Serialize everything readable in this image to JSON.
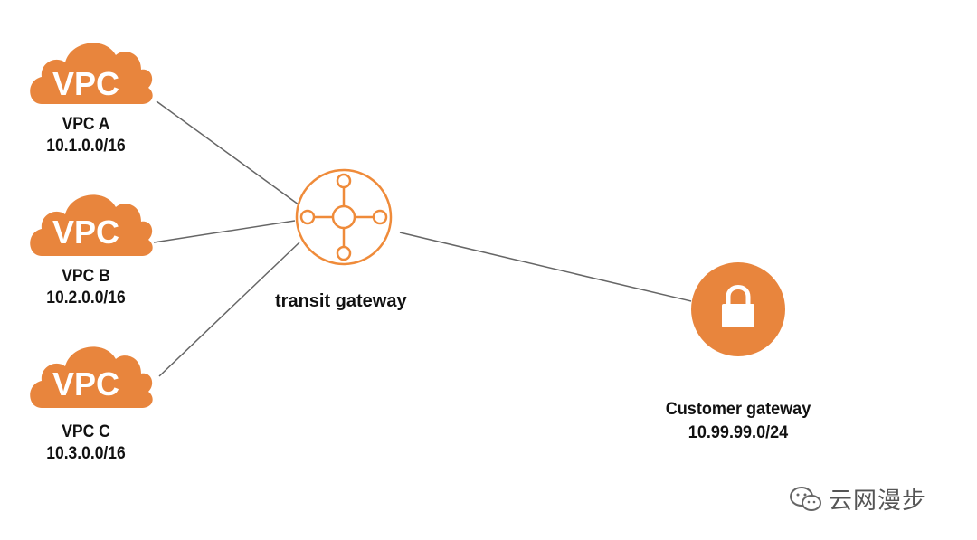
{
  "vpcs": [
    {
      "icon_text": "VPC",
      "name": "VPC A",
      "cidr": "10.1.0.0/16"
    },
    {
      "icon_text": "VPC",
      "name": "VPC B",
      "cidr": "10.2.0.0/16"
    },
    {
      "icon_text": "VPC",
      "name": "VPC C",
      "cidr": "10.3.0.0/16"
    }
  ],
  "transit_gateway": {
    "label": "transit gateway"
  },
  "customer_gateway": {
    "name": "Customer gateway",
    "cidr": "10.99.99.0/24"
  },
  "watermark": {
    "text": "云网漫步"
  },
  "colors": {
    "vpc_orange": "#E8853D",
    "tgw_orange": "#EF8B3A",
    "line": "#555555",
    "text": "#111111"
  }
}
